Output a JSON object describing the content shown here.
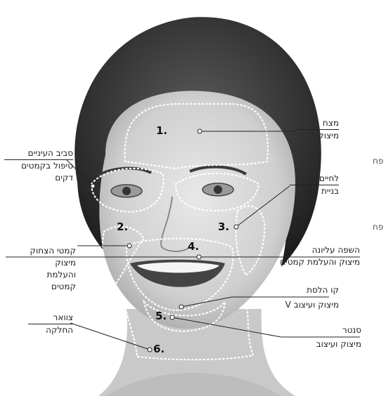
{
  "zones": [
    {
      "number": "1.",
      "title": "מצח",
      "lines": [
        "מיצוק"
      ]
    },
    {
      "number": "",
      "title": "סביב העיניים",
      "lines": [
        "טיפול בקמטים",
        "דקים"
      ]
    },
    {
      "number": "3.",
      "title": "לחיים",
      "lines": [
        "בניית נפח"
      ]
    },
    {
      "number": "2.",
      "title": "קמטי הצחוק",
      "lines": [
        "מיצוק",
        "והעלמת",
        "קמטים"
      ]
    },
    {
      "number": "4.",
      "title": "השפה עליונה",
      "lines": [
        "מיצוק והעלמת קמטים"
      ]
    },
    {
      "number": "",
      "title": "קו הלסת",
      "lines": [
        "מיצוק ועיצוב V"
      ]
    },
    {
      "number": "5.",
      "title": "סנטר",
      "lines": [
        "מיצוק ועיצוב"
      ]
    },
    {
      "number": "6.",
      "title": "צוואר",
      "lines": [
        "החלקה"
      ]
    }
  ],
  "edge_fragments": [
    "פח",
    "פח"
  ],
  "colors": {
    "dotted": "#ffffff",
    "line": "#222222",
    "hair": "#3a3a3a",
    "skin": "#d9d9d9"
  }
}
